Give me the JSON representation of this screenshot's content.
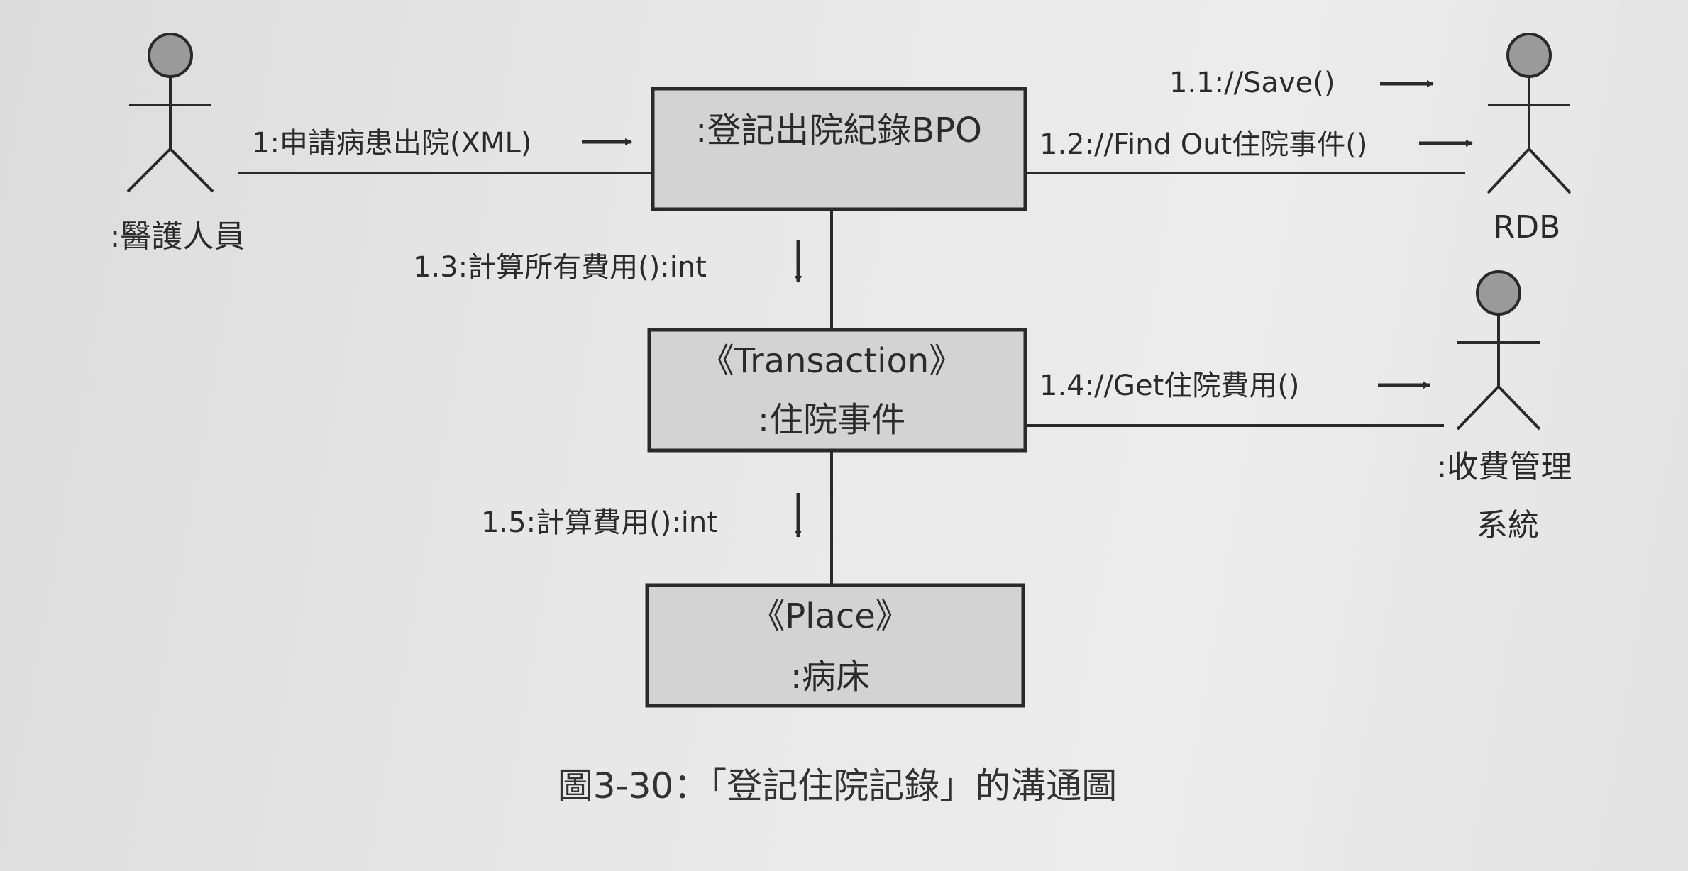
{
  "nodes": {
    "bpo": {
      "line1": ":登記出院紀錄BPO"
    },
    "transaction": {
      "stereotype": "《Transaction》",
      "name": ":住院事件"
    },
    "place": {
      "stereotype": "《Place》",
      "name": ":病床"
    }
  },
  "actors": {
    "medical_staff": {
      "name": ":醫護人員"
    },
    "rdb": {
      "name": "RDB"
    },
    "billing": {
      "name_line1": ":收費管理",
      "name_line2": "系統"
    }
  },
  "messages": {
    "m1": "1:申請病患出院(XML)",
    "m1_1": "1.1://Save()",
    "m1_2": "1.2://Find Out住院事件()",
    "m1_3": "1.3:計算所有費用():int",
    "m1_4": "1.4://Get住院費用()",
    "m1_5": "1.5:計算費用():int"
  },
  "caption": "圖3-30：「登記住院記錄」的溝通圖",
  "colors": {
    "box_fill": "#d3d3d3",
    "stroke": "#2a2a2a",
    "actor_head": "#9a9a9a",
    "background": "#e9e9e9"
  }
}
